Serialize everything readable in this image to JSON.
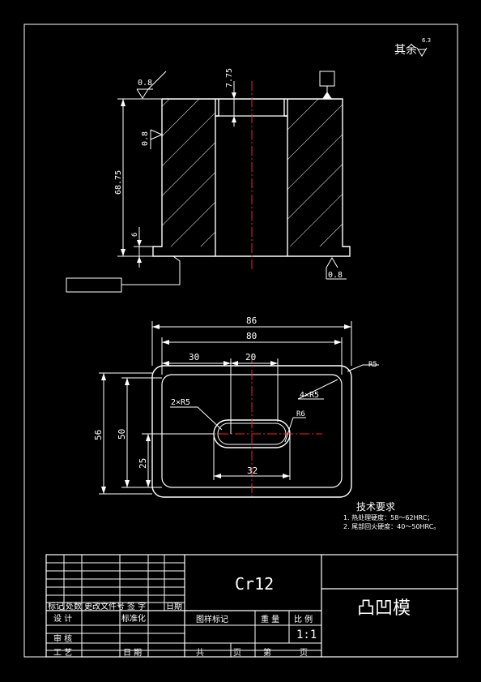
{
  "roughness": {
    "label": "其余",
    "value": "6.3"
  },
  "front_view": {
    "top_left_roughness": "0.8",
    "inner_bore_roughness": "0.8",
    "top_dim": "7.75",
    "height_dim": "68.75",
    "step_dim": "6",
    "bottom_right_roughness": "0.8"
  },
  "top_view": {
    "width_outer": "86",
    "width_inner": "80",
    "dim_30": "30",
    "dim_20": "20",
    "corner_outer": "R5",
    "corner_inner": "4×R5",
    "slot_ends": "2×R5",
    "slot_r": "R6",
    "height_outer": "56",
    "height_inner": "50",
    "dim_25": "25",
    "slot_length": "32"
  },
  "tech": {
    "title": "技术要求",
    "lines": [
      "1. 热处理硬度：58～62HRC；",
      "2. 尾部回火硬度：40～50HRC。"
    ]
  },
  "title_block": {
    "material": "Cr12",
    "part_name": "凸凹模",
    "mark_row": [
      "标记",
      "处数",
      "更改文件号",
      "签 字",
      "日期"
    ],
    "design": "设 计",
    "standard": "标准化",
    "review": "审 核",
    "process": "工 艺",
    "date": "日 期",
    "stage_mark": "图样标记",
    "weight": "重 量",
    "scale_label": "比 例",
    "scale_value": "1:1",
    "total": "共",
    "sheet": "页",
    "number": "第",
    "page": "页"
  }
}
